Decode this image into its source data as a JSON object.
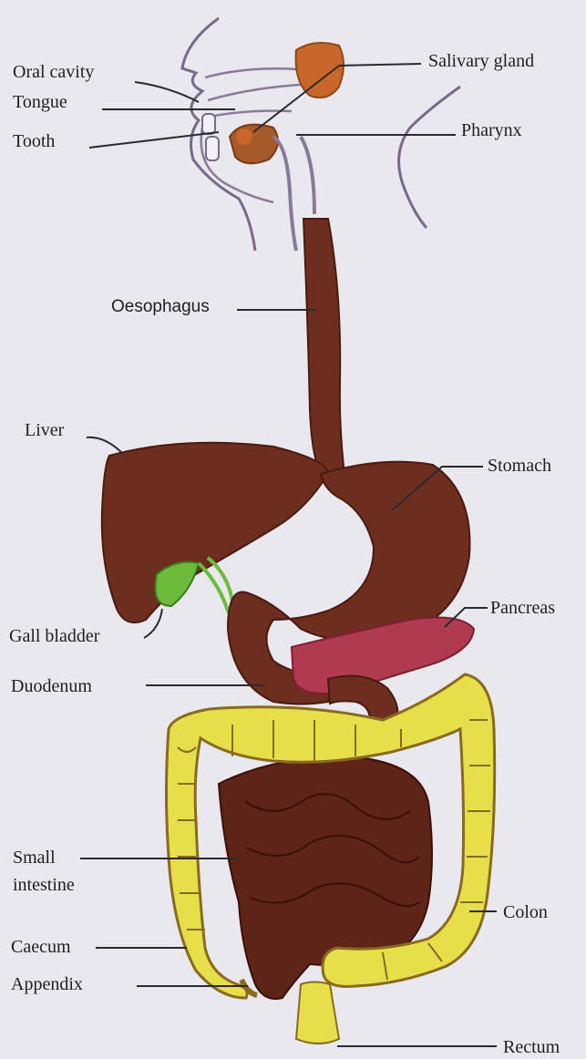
{
  "labels": {
    "oral_cavity": "Oral cavity",
    "tongue": "Tongue",
    "tooth": "Tooth",
    "salivary_gland": "Salivary gland",
    "pharynx": "Pharynx",
    "oesophagus": "Oesophagus",
    "liver": "Liver",
    "stomach": "Stomach",
    "pancreas": "Pancreas",
    "gall_bladder": "Gall bladder",
    "duodenum": "Duodenum",
    "small_intestine_line1": "Small",
    "small_intestine_line2": "intestine",
    "colon": "Colon",
    "caecum": "Caecum",
    "appendix": "Appendix",
    "rectum": "Rectum"
  },
  "colors": {
    "background": "#e8e8ee",
    "organ_brown": "#6e2e1f",
    "colon_yellow": "#e6df4a",
    "pancreas_pink": "#b03a50",
    "gall_bladder_green": "#6dbb3a",
    "gland_orange": "#c9672a",
    "outline": "#7a6a8a"
  }
}
